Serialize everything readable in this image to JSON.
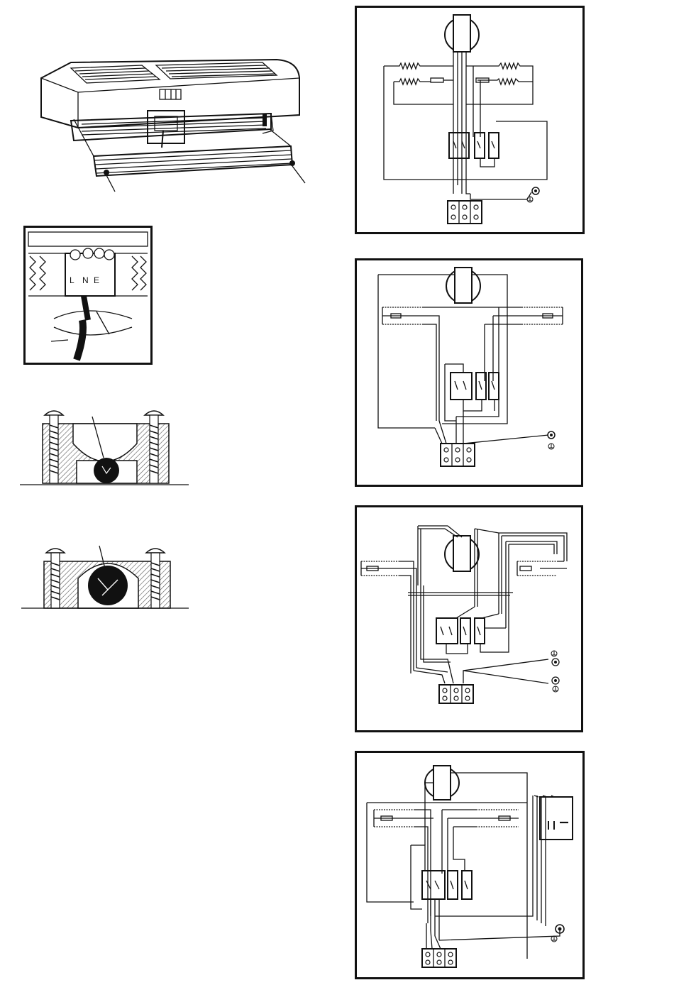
{
  "detail": {
    "terminal_labels": [
      "L",
      "N",
      "E"
    ]
  },
  "colors": {
    "ink": "#111111",
    "paper": "#ffffff",
    "hatch": "#555555"
  },
  "icons": {
    "earth": "earth-ground-icon",
    "terminal": "terminal-block-icon",
    "motor": "fan-motor-icon",
    "switch": "rocker-switch-icon",
    "heater": "heating-element-icon"
  }
}
